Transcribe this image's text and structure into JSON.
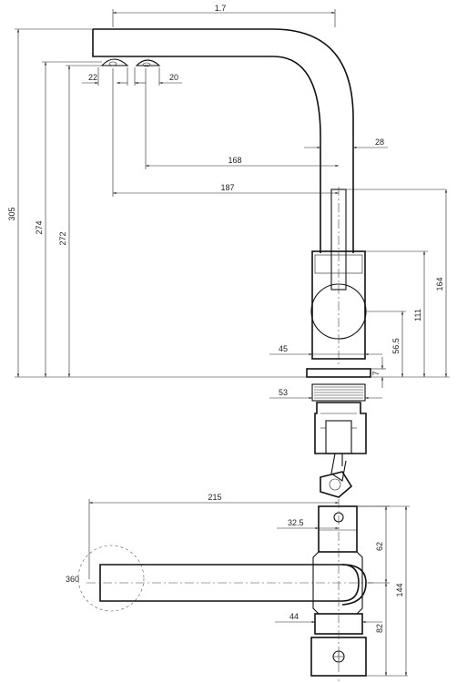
{
  "dimensions": {
    "spout_reach": "1.7",
    "aerator_left": "22",
    "aerator_right": "20",
    "body_width_top": "28",
    "reach_168": "168",
    "reach_187": "187",
    "total_height_305": "305",
    "height_274": "274",
    "height_272": "272",
    "body_height_164": "164",
    "lever_height_111": "111",
    "lever_center_56_5": "56.5",
    "body_diameter_45": "45",
    "base_7": "7",
    "thread_53": "53",
    "top_reach_215": "215",
    "top_32_5": "32.5",
    "top_62": "62",
    "top_144": "144",
    "top_360": "360",
    "top_44": "44",
    "top_82": "82"
  }
}
